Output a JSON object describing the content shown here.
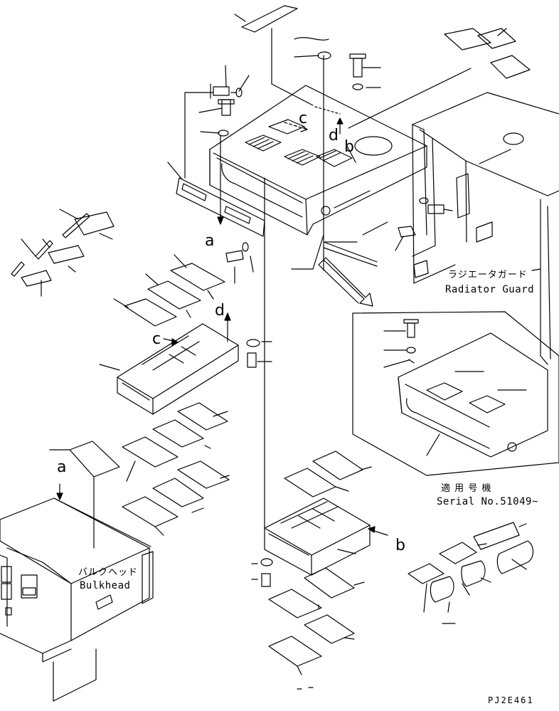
{
  "labels": {
    "radiator_guard_jp": "ラジエータガード",
    "radiator_guard_en": "Radiator Guard",
    "bulkhead_jp": "バルクヘッド",
    "bulkhead_en": "Bulkhead",
    "applicable_jp": "適 用 号 機",
    "serial": "Serial No.51049~",
    "drawing_code": "PJ2E461"
  },
  "reference_letters": {
    "a_top": "a",
    "c_top": "c",
    "d_top": "d",
    "b_top": "b",
    "d_mid": "d",
    "c_mid": "c",
    "a_bottom": "a",
    "b_bottom": "b"
  }
}
